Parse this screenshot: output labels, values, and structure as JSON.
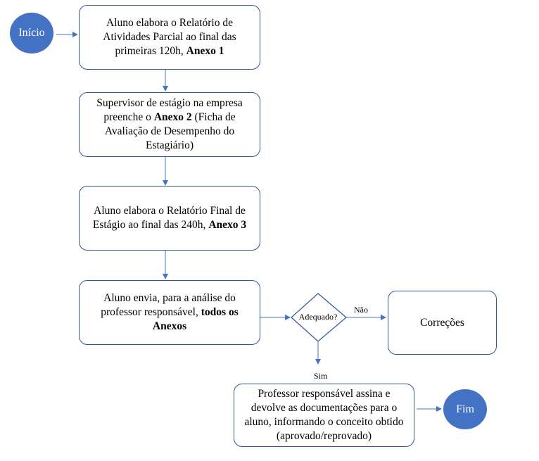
{
  "start": "Início",
  "end": "Fim",
  "step1": {
    "text": "Aluno elabora o Relatório de Atividades Parcial ao final das primeiras 120h, ",
    "bold": "Anexo 1"
  },
  "step2": {
    "text": "Supervisor de estágio na empresa preenche o ",
    "bold": "Anexo 2",
    "rest": " (Ficha de Avaliação de Desempenho do Estagiário)"
  },
  "step3": {
    "text": "Aluno elabora o Relatório Final de Estágio ao final das 240h, ",
    "bold": "Anexo 3"
  },
  "step4": {
    "text": "Aluno envia, para a análise do professor responsável, ",
    "bold": "todos os Anexos"
  },
  "decision": "Adequado?",
  "no_label": "Não",
  "yes_label": "Sim",
  "corrections": "Correções",
  "step5": "Professor responsável assina e devolve as documentações para o aluno, informando o conceito obtido (aprovado/reprovado)",
  "colors": {
    "accent": "#4472c4",
    "stroke": "#2f5597"
  }
}
